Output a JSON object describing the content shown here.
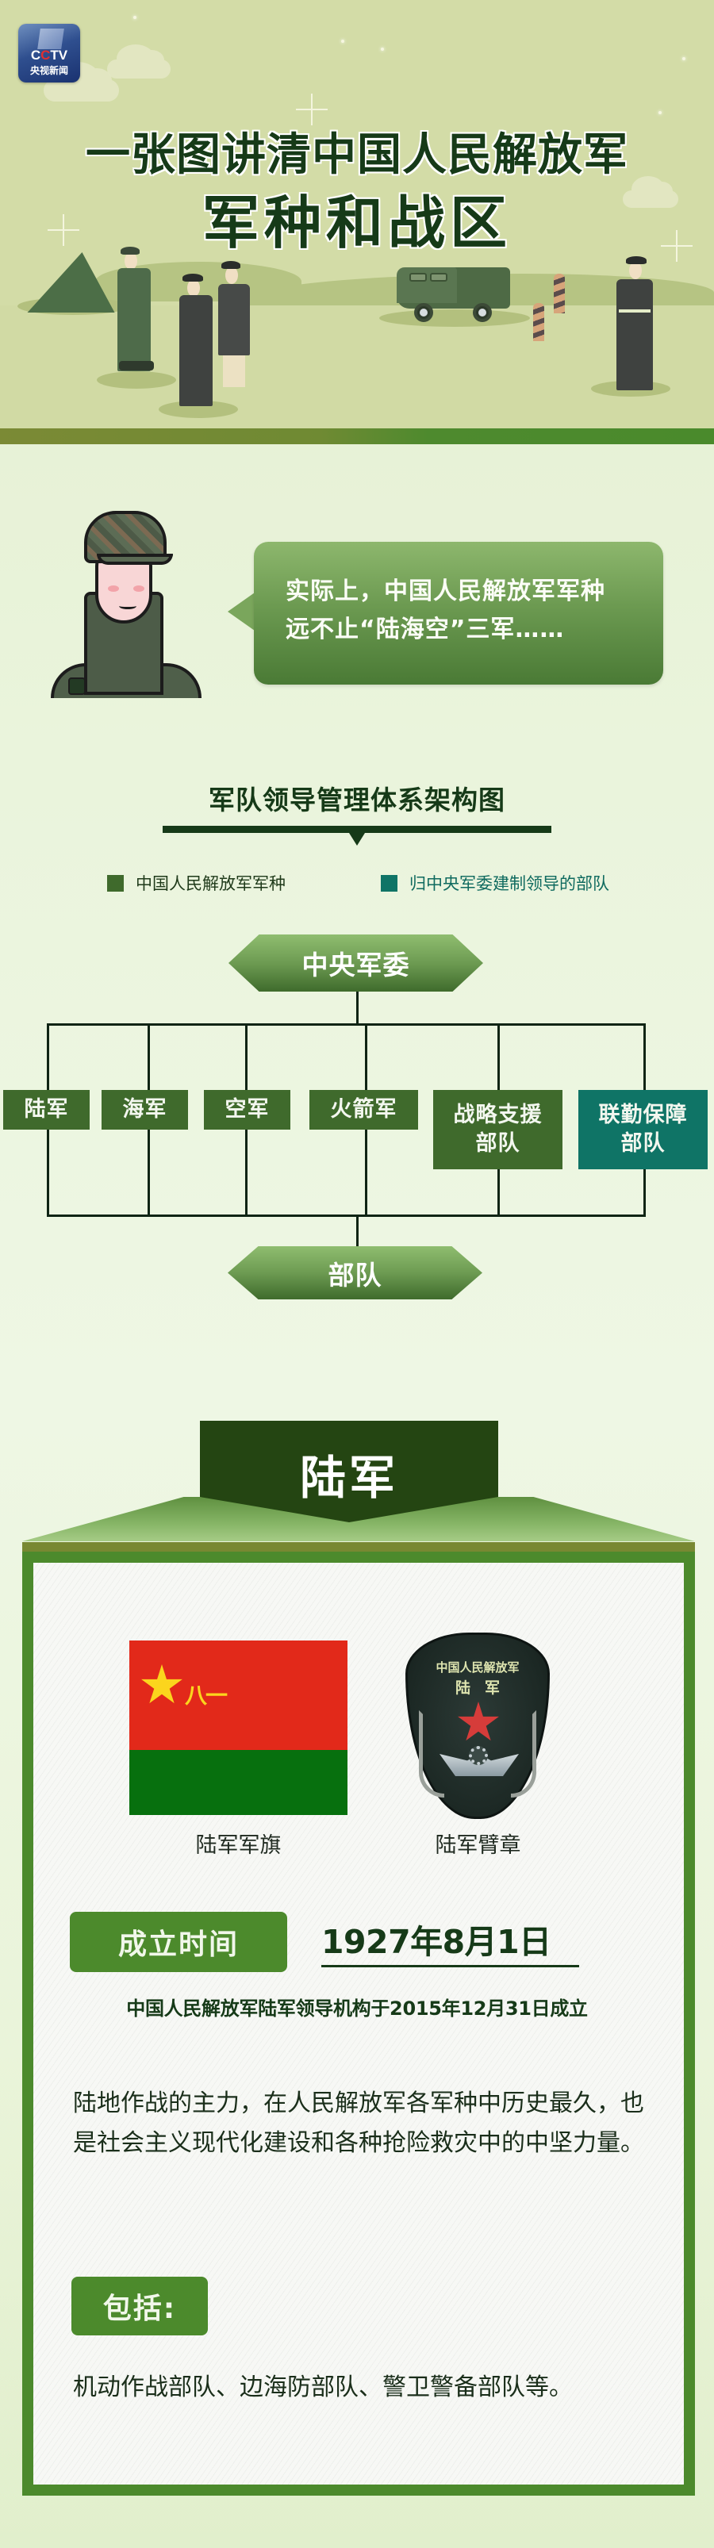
{
  "header": {
    "logo": {
      "brand": "CCTV",
      "brand_red": "C",
      "brand_rest": "TV",
      "brand_first": "C",
      "subtitle": "央视新闻"
    },
    "title_line1": "一张图讲清中国人民解放军",
    "title_line2": "军种和战区"
  },
  "intro": {
    "bubble_line1": "实际上，中国人民解放军军种",
    "bubble_line2": "远不止“陆海空”三军……"
  },
  "org_chart": {
    "title": "军队领导管理体系架构图",
    "legend": [
      {
        "label": "中国人民解放军军种",
        "color": "#3f6a2c"
      },
      {
        "label": "归中央军委建制领导的部队",
        "color": "#0f7466"
      }
    ],
    "top_node": "中央军委",
    "branches": [
      {
        "label": "陆军",
        "type": "service"
      },
      {
        "label": "海军",
        "type": "service"
      },
      {
        "label": "空军",
        "type": "service"
      },
      {
        "label": "火箭军",
        "type": "service"
      },
      {
        "label_line1": "战略支援",
        "label_line2": "部队",
        "type": "service"
      },
      {
        "label_line1": "联勤保障",
        "label_line2": "部队",
        "type": "cmc_direct"
      }
    ],
    "bottom_node": "部队"
  },
  "army": {
    "banner": "陆军",
    "flag_caption": "陆军军旗",
    "flag_emblem_text": "八一",
    "patch_caption": "陆军臂章",
    "patch_line1": "中国人民解放军",
    "patch_line2": "陆军",
    "founded_label": "成立时间",
    "founded_date": "1927年8月1日",
    "founded_note": "中国人民解放军陆军领导机构于2015年12月31日成立",
    "description": "陆地作战的主力，在人民解放军各军种中历史最久，也是社会主义现代化建设和各种抢险救灾中的中坚力量。",
    "includes_label": "包括:",
    "includes_text": "机动作战部队、边海防部队、警卫警备部队等。"
  },
  "colors": {
    "dark_green": "#163a18",
    "service_green": "#3f6a2c",
    "cmc_teal": "#0f7466",
    "badge_green": "#4c8a2c",
    "banner_green": "#244512"
  }
}
